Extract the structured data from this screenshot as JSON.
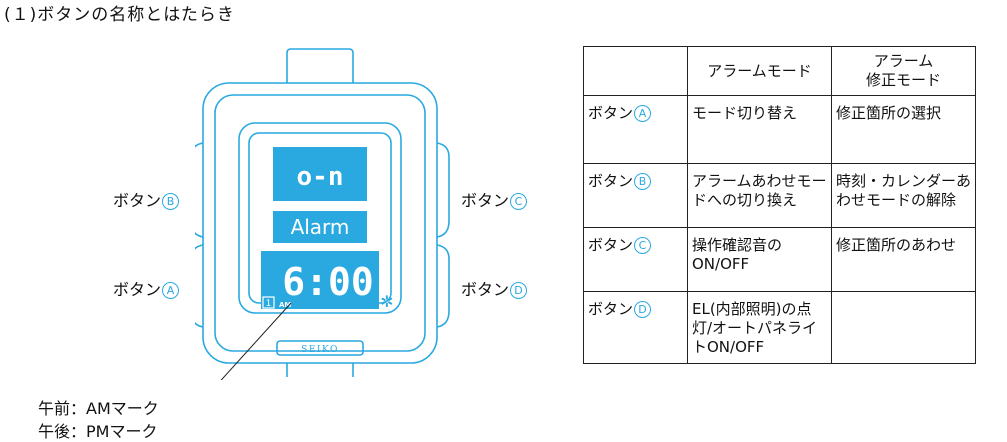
{
  "heading": "(１)ボタンの名称とはたらき",
  "buttons": {
    "a": {
      "label": "ボタン",
      "mark": "A"
    },
    "b": {
      "label": "ボタン",
      "mark": "B"
    },
    "c": {
      "label": "ボタン",
      "mark": "C"
    },
    "d": {
      "label": "ボタン",
      "mark": "D"
    }
  },
  "watch": {
    "brand": "SEIKO",
    "line1": "o-n",
    "line2": "Alarm",
    "time": "6:00",
    "mode_number": "1",
    "am": "AM",
    "light_symbol": "✲"
  },
  "ampm": {
    "am": "午前：AMマーク",
    "pm": "午後：PMマーク"
  },
  "table": {
    "headers": [
      "",
      "アラームモード",
      "アラーム\n修正モード"
    ],
    "rows": [
      {
        "button": "ボタン",
        "mark": "A",
        "alarm_mode": "モード切り替え",
        "alarm_edit": "修正箇所の選択"
      },
      {
        "button": "ボタン",
        "mark": "B",
        "alarm_mode": "アラームあわせモードへの切り換え",
        "alarm_edit": "時刻・カレンダーあわせモードの解除"
      },
      {
        "button": "ボタン",
        "mark": "C",
        "alarm_mode": "操作確認音のON/OFF",
        "alarm_edit": "修正箇所のあわせ"
      },
      {
        "button": "ボタン",
        "mark": "D",
        "alarm_mode": "EL(内部照明)の点灯/オートパネライトON/OFF",
        "alarm_edit": ""
      }
    ]
  },
  "colors": {
    "accent": "#2aa9e0",
    "lcd": "#2aa9e0"
  }
}
